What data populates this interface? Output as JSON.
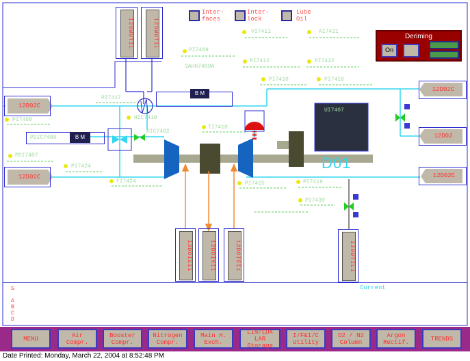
{
  "legend": [
    {
      "label_line1": "Inter-",
      "label_line2": "faces"
    },
    {
      "label_line1": "Inter-",
      "label_line2": "lock"
    },
    {
      "label_line1": "Lube",
      "label_line2": "Oil"
    }
  ],
  "deriming": {
    "title": "Deriming",
    "on_label": "On",
    "off_label": ""
  },
  "vertical_tags": {
    "top_left": "12SWUTIL",
    "top_right": "12SWUTIL",
    "bottom_1": "12DOIEI1",
    "bottom_2": "12DOIKI1",
    "bottom_3": "12DOIEI1",
    "bottom_right": "12GUTIL1"
  },
  "arrow_cards": {
    "left_top": "12D02C",
    "left_bottom": "12D02C",
    "right_top": "12D02C",
    "right_mid": "12D02",
    "right_bottom": "12D02C"
  },
  "valve_labels": {
    "bm1": "B  M",
    "bm2": "B  M"
  },
  "unit_label": "D01",
  "tags": {
    "t1": "VI7411",
    "t2": "AI7421",
    "t3": "PI7409",
    "t4": "SAHH7409A",
    "t5": "PI7412",
    "t6": "PI7422",
    "t7": "PI7410",
    "t8": "PI7416",
    "t9": "PI7417",
    "t10": "PI7408",
    "t11": "PDIC7408",
    "t12": "PDI7407",
    "t13": "PI7424",
    "t14": "FI7424",
    "t15": "TI7418",
    "t16": "PI7415",
    "t17": "PI7419",
    "t18": "PI7430",
    "t19": "UI7407",
    "t20": "HIC7410",
    "t21": "HIC7402"
  },
  "current_label": "Current",
  "alarm_letters": [
    "S",
    "A",
    "B",
    "C",
    "D"
  ],
  "menu": [
    {
      "line1": "MENU",
      "line2": ""
    },
    {
      "line1": "Air",
      "line2": "Compr."
    },
    {
      "line1": "Booster",
      "line2": "Compr."
    },
    {
      "line1": "Nitrogen",
      "line2": "Compr."
    },
    {
      "line1": "Main H.",
      "line2": "Exch."
    },
    {
      "line1": "LIN/LOX",
      "line2": "LAR Storage"
    },
    {
      "line1": "I/F&I/C",
      "line2": "Utility"
    },
    {
      "line1": "O2 / N2",
      "line2": "Column"
    },
    {
      "line1": "Argon",
      "line2": "Rectif."
    },
    {
      "line1": "TRENDS",
      "line2": ""
    }
  ],
  "date_printed": "Date Printed: Monday, March 22, 2004 at 8:52:48 PM",
  "colors": {
    "pipe": "#33d6f0",
    "menubar": "#9a2a8a",
    "deriming_bg": "#990000",
    "tag_text": "#a0d8a0",
    "alarm_text": "#ff4040",
    "card_bg": "#c0b8a8",
    "card_text": "#ff3333",
    "compressor_blue": "#1565c0"
  }
}
